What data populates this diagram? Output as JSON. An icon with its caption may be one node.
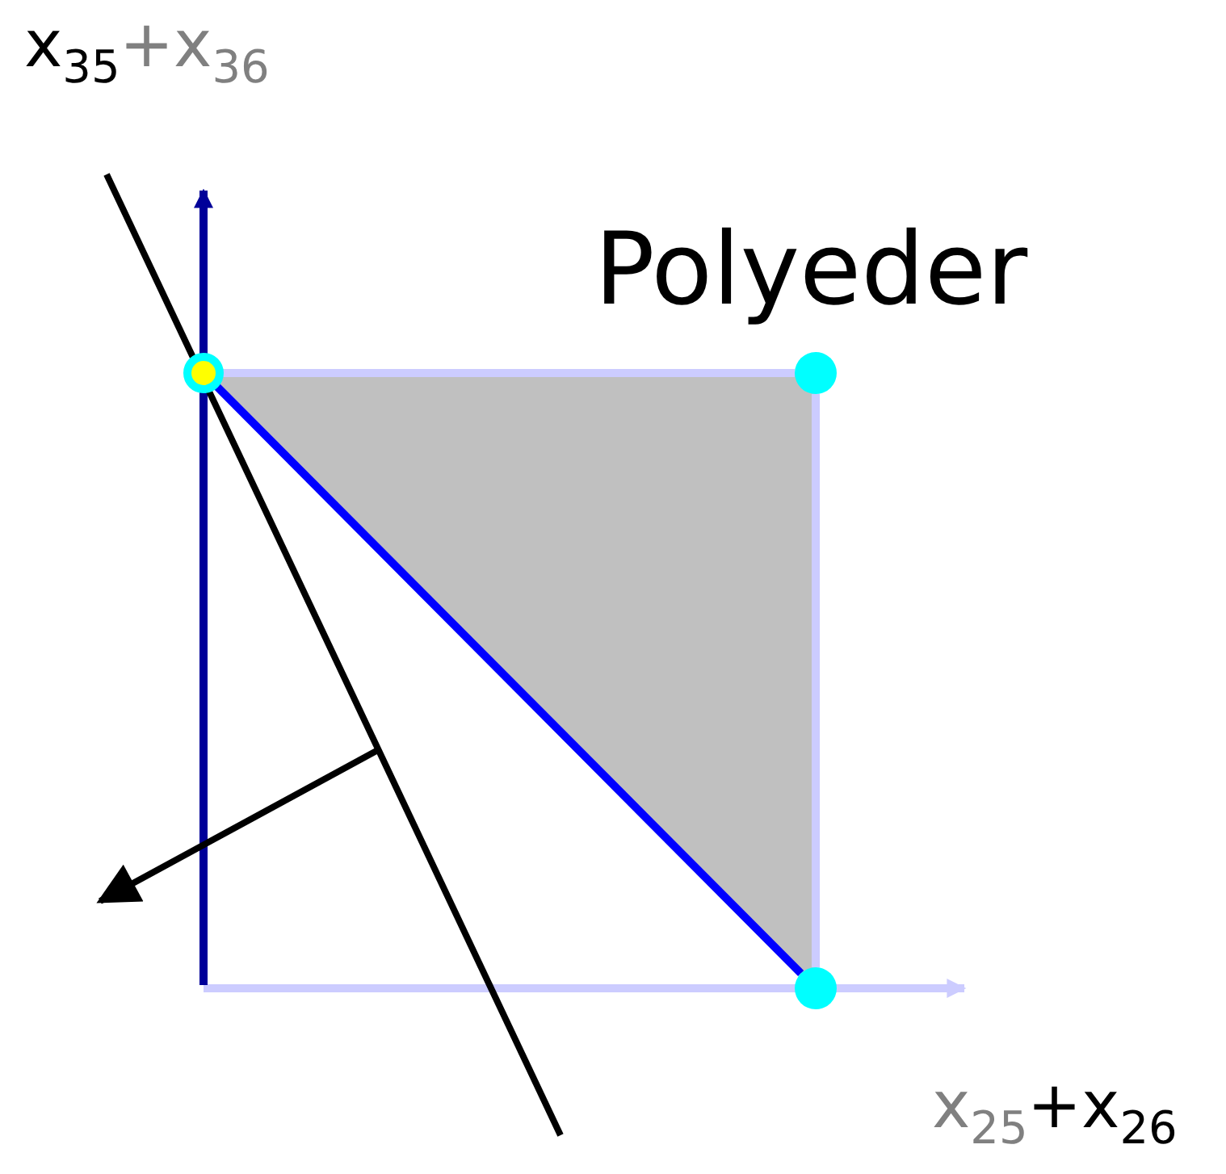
{
  "diagram": {
    "nodes": [
      {
        "text": [],
        "shape": "circle"
      },
      {
        "text": [],
        "shape": "circle"
      },
      {
        "text": [],
        "shape": "circle"
      }
    ],
    "edges": [
      {
        "from": 0,
        "to": 1,
        "arrow": "none"
      },
      {
        "from": 1,
        "to": 2,
        "arrow": "none"
      },
      {
        "from": 0,
        "to": 2,
        "arrow": "none",
        "color": "#0000ff"
      }
    ],
    "labels": [
      "x$_{35}$",
      "+x$_{36}$",
      "Polyeder",
      "x$_{25}$",
      "+x$_{26}$"
    ]
  }
}
